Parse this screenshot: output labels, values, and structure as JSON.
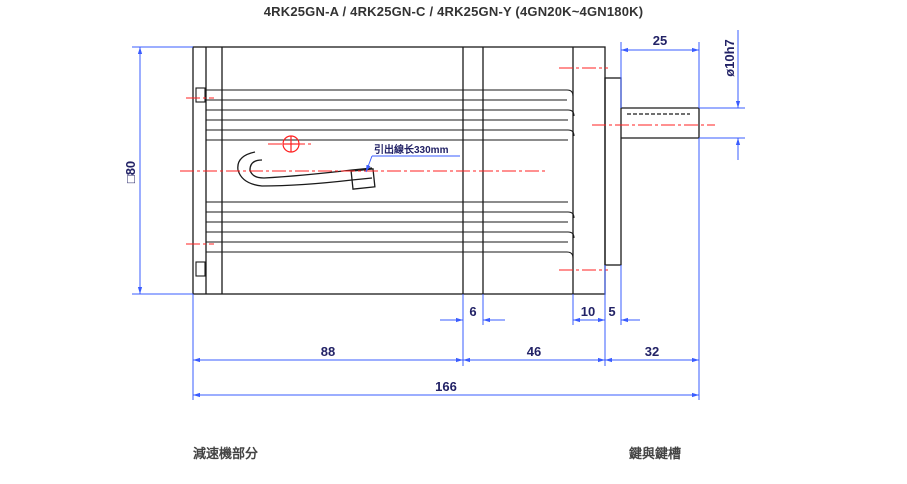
{
  "title": "4RK25GN-A   /   4RK25GN-C   /   4RK25GN-Y   (4GN20K~4GN180K)",
  "callout": "引出線长330mm",
  "dimensions": {
    "shaft_length": "25",
    "shaft_dia": "ø10h7",
    "square": "□80",
    "d6": "6",
    "d10": "10",
    "d5": "5",
    "d88": "88",
    "d46": "46",
    "d32": "32",
    "d166": "166"
  },
  "captions": {
    "left": "減速機部分",
    "right": "鍵與鍵槽"
  },
  "colors": {
    "outline": "#1a1a1a",
    "dimension": "#3a5cff",
    "centerline": "#ff2020",
    "label": "#222266"
  }
}
